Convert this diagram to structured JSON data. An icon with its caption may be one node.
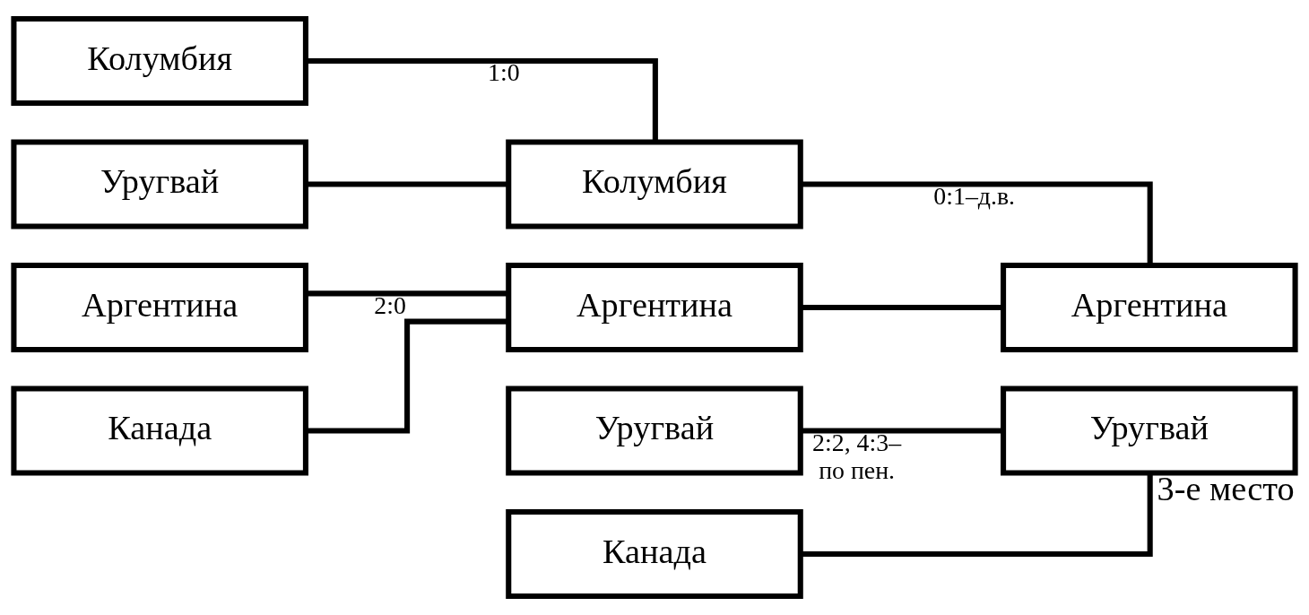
{
  "diagram": {
    "nodes": [
      {
        "text": [
          "Колумбия"
        ]
      },
      {
        "text": [
          "Уругвай"
        ]
      },
      {
        "text": [
          "Аргентина"
        ]
      },
      {
        "text": [
          "Канада"
        ]
      },
      {
        "text": [
          "Колумбия"
        ]
      },
      {
        "text": [
          "Аргентина"
        ]
      },
      {
        "text": [
          "Уругвай"
        ]
      },
      {
        "text": [
          "Канада"
        ]
      },
      {
        "text": [
          "Аргентина"
        ]
      },
      {
        "text": [
          "Уругвай"
        ],
        "beside": [
          "3-е место"
        ]
      }
    ],
    "edges": [
      {
        "from": 0,
        "to": 4,
        "arrow": "none",
        "label": "1:0"
      },
      {
        "from": 1,
        "to": 4,
        "arrow": "none"
      },
      {
        "from": 2,
        "to": 5,
        "arrow": "none",
        "label": "2:0"
      },
      {
        "from": 3,
        "to": 5,
        "arrow": "none"
      },
      {
        "from": 4,
        "to": 8,
        "arrow": "none",
        "label": "0:1–д.в."
      },
      {
        "from": 5,
        "to": 8,
        "arrow": "none"
      },
      {
        "from": 6,
        "to": 9,
        "arrow": "none",
        "label": "2:2, 4:3– по пен."
      },
      {
        "from": 7,
        "to": 9,
        "arrow": "none"
      }
    ]
  }
}
